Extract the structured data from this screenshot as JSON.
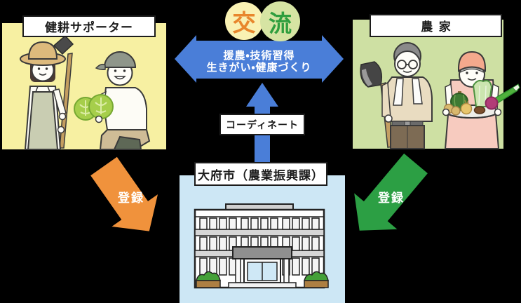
{
  "canvas": {
    "background": "#000000"
  },
  "panels": {
    "supporters": {
      "label": "健耕サポーター",
      "bg": "#F7F0A2",
      "illustration": "woman-with-hoe-and-man-with-cabbages"
    },
    "farmers": {
      "label": "農家",
      "bg": "#CEE0A3",
      "illustration": "elderly-farmer-couple-with-vegetables"
    },
    "city": {
      "label": "大府市（農業振興課）",
      "bg": "#CDE7F5",
      "illustration": "city-hall-building"
    }
  },
  "exchange_badge": {
    "left_char": "交",
    "left_bg": "#F9F1B3",
    "left_color": "#E8862C",
    "right_char": "流",
    "right_bg": "#D6E4A3",
    "right_color": "#2F9E3E"
  },
  "mutual_arrow": {
    "line1": "援農・技術習得",
    "line2": "生きがい・健康づくり",
    "color": "#4A7ED8"
  },
  "coordinate_arrow": {
    "label": "コーディネート",
    "color": "#4A7ED8"
  },
  "register_arrows": {
    "left": {
      "label": "登録",
      "color": "#F0923C"
    },
    "right": {
      "label": "登録",
      "color": "#2C9F44"
    }
  }
}
